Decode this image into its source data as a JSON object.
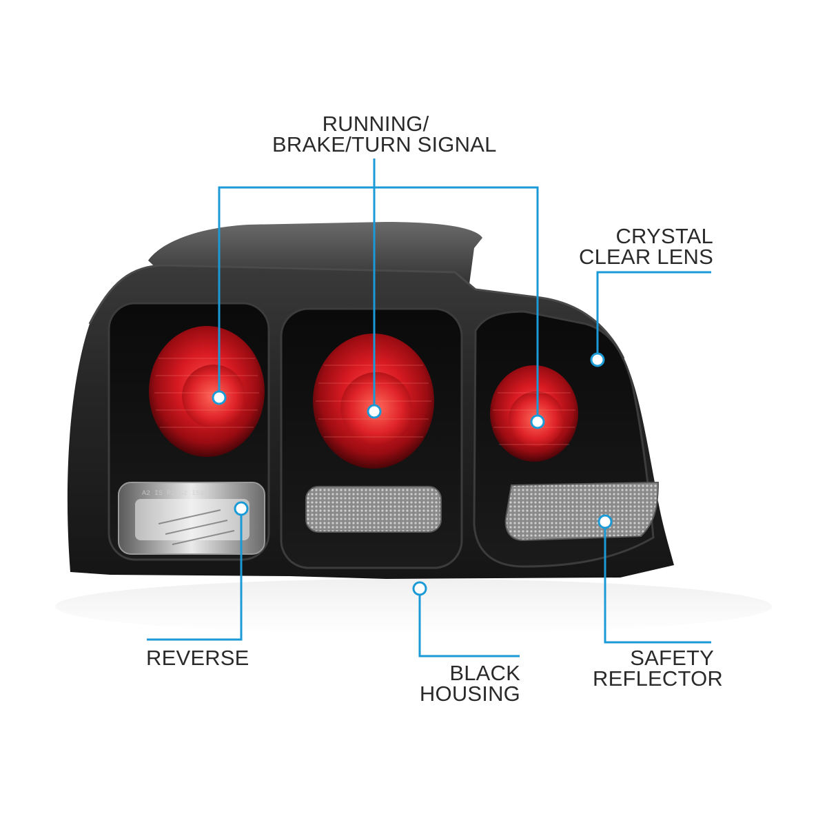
{
  "colors": {
    "callout_line": "#1a9ad6",
    "housing": "#222222",
    "lens_red": "#c8141e",
    "label_text": "#2a2a2a"
  },
  "callouts": {
    "running_brake_turn": {
      "line1": "RUNNING/",
      "line2": "BRAKE/TURN SIGNAL"
    },
    "crystal_clear_lens": {
      "line1": "CRYSTAL",
      "line2": "CLEAR LENS"
    },
    "reverse": {
      "line1": "REVERSE"
    },
    "black_housing": {
      "line1": "BLACK",
      "line2": "HOUSING"
    },
    "safety_reflector": {
      "line1": "SAFETY",
      "line2": "REFLECTOR"
    }
  },
  "date_code_text": "A2 IS P2 S2 IS97"
}
